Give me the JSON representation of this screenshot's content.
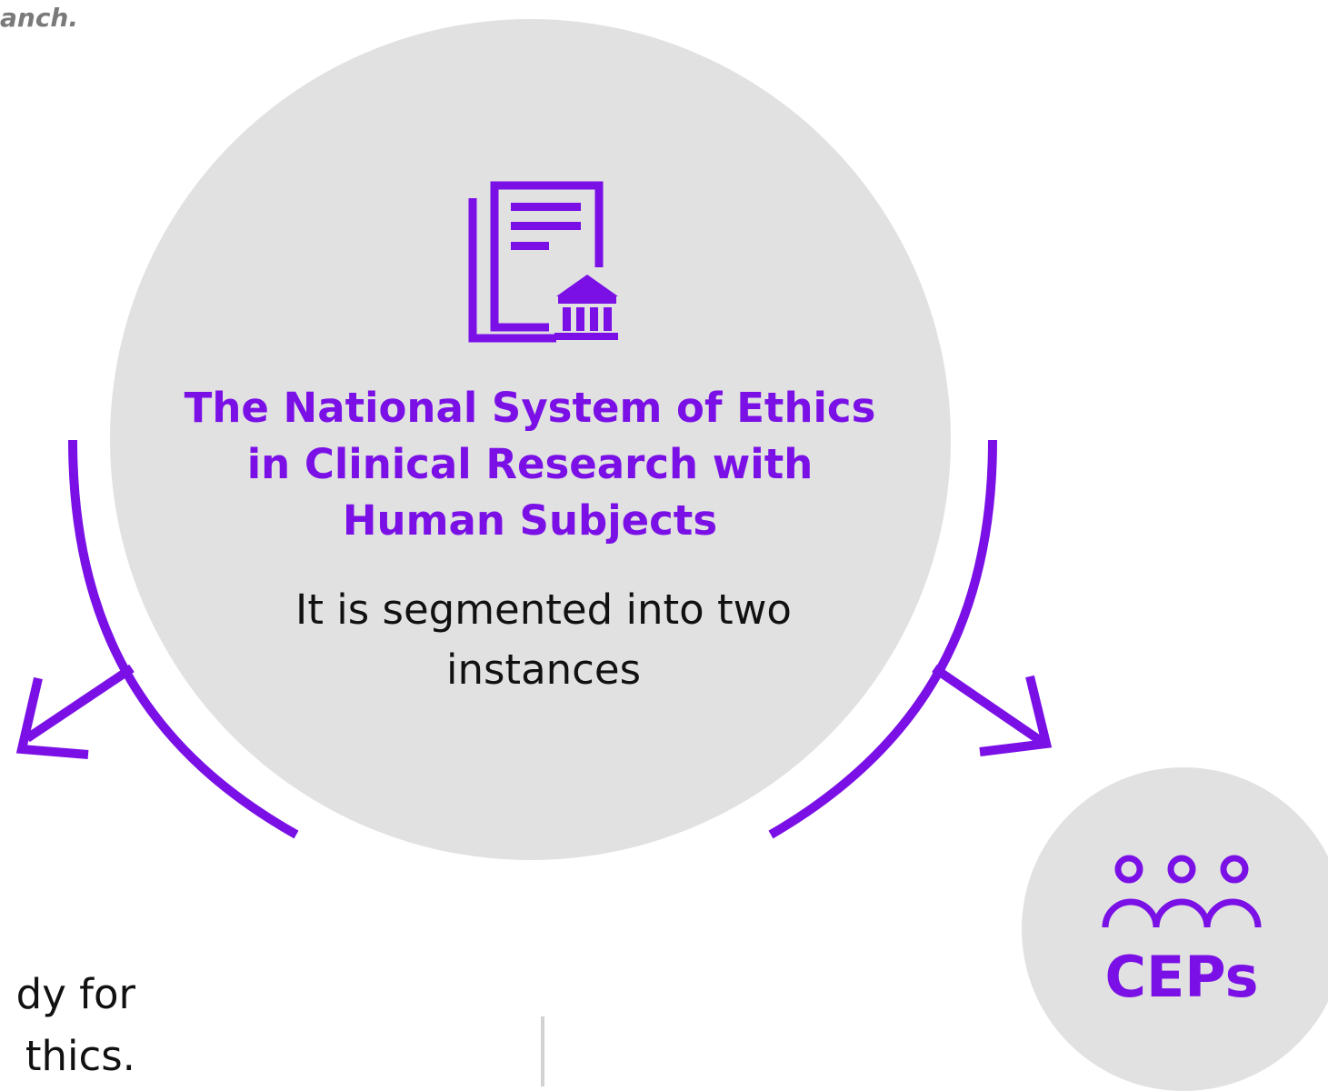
{
  "top_fragment": "anch.",
  "main": {
    "title": "The National System of Ethics in Clinical Research with Human Subjects",
    "subtitle": "It is segmented into two instances",
    "icon": "document-institution-icon"
  },
  "right_node": {
    "label": "CEPs",
    "icon": "people-group-icon"
  },
  "left_fragment": {
    "line1": "dy for",
    "line2": "thics."
  },
  "colors": {
    "accent": "#7a10e6",
    "circle": "#e1e1e1",
    "text": "#111111",
    "muted": "#7a7a7a",
    "divider": "#d2d2d2"
  }
}
